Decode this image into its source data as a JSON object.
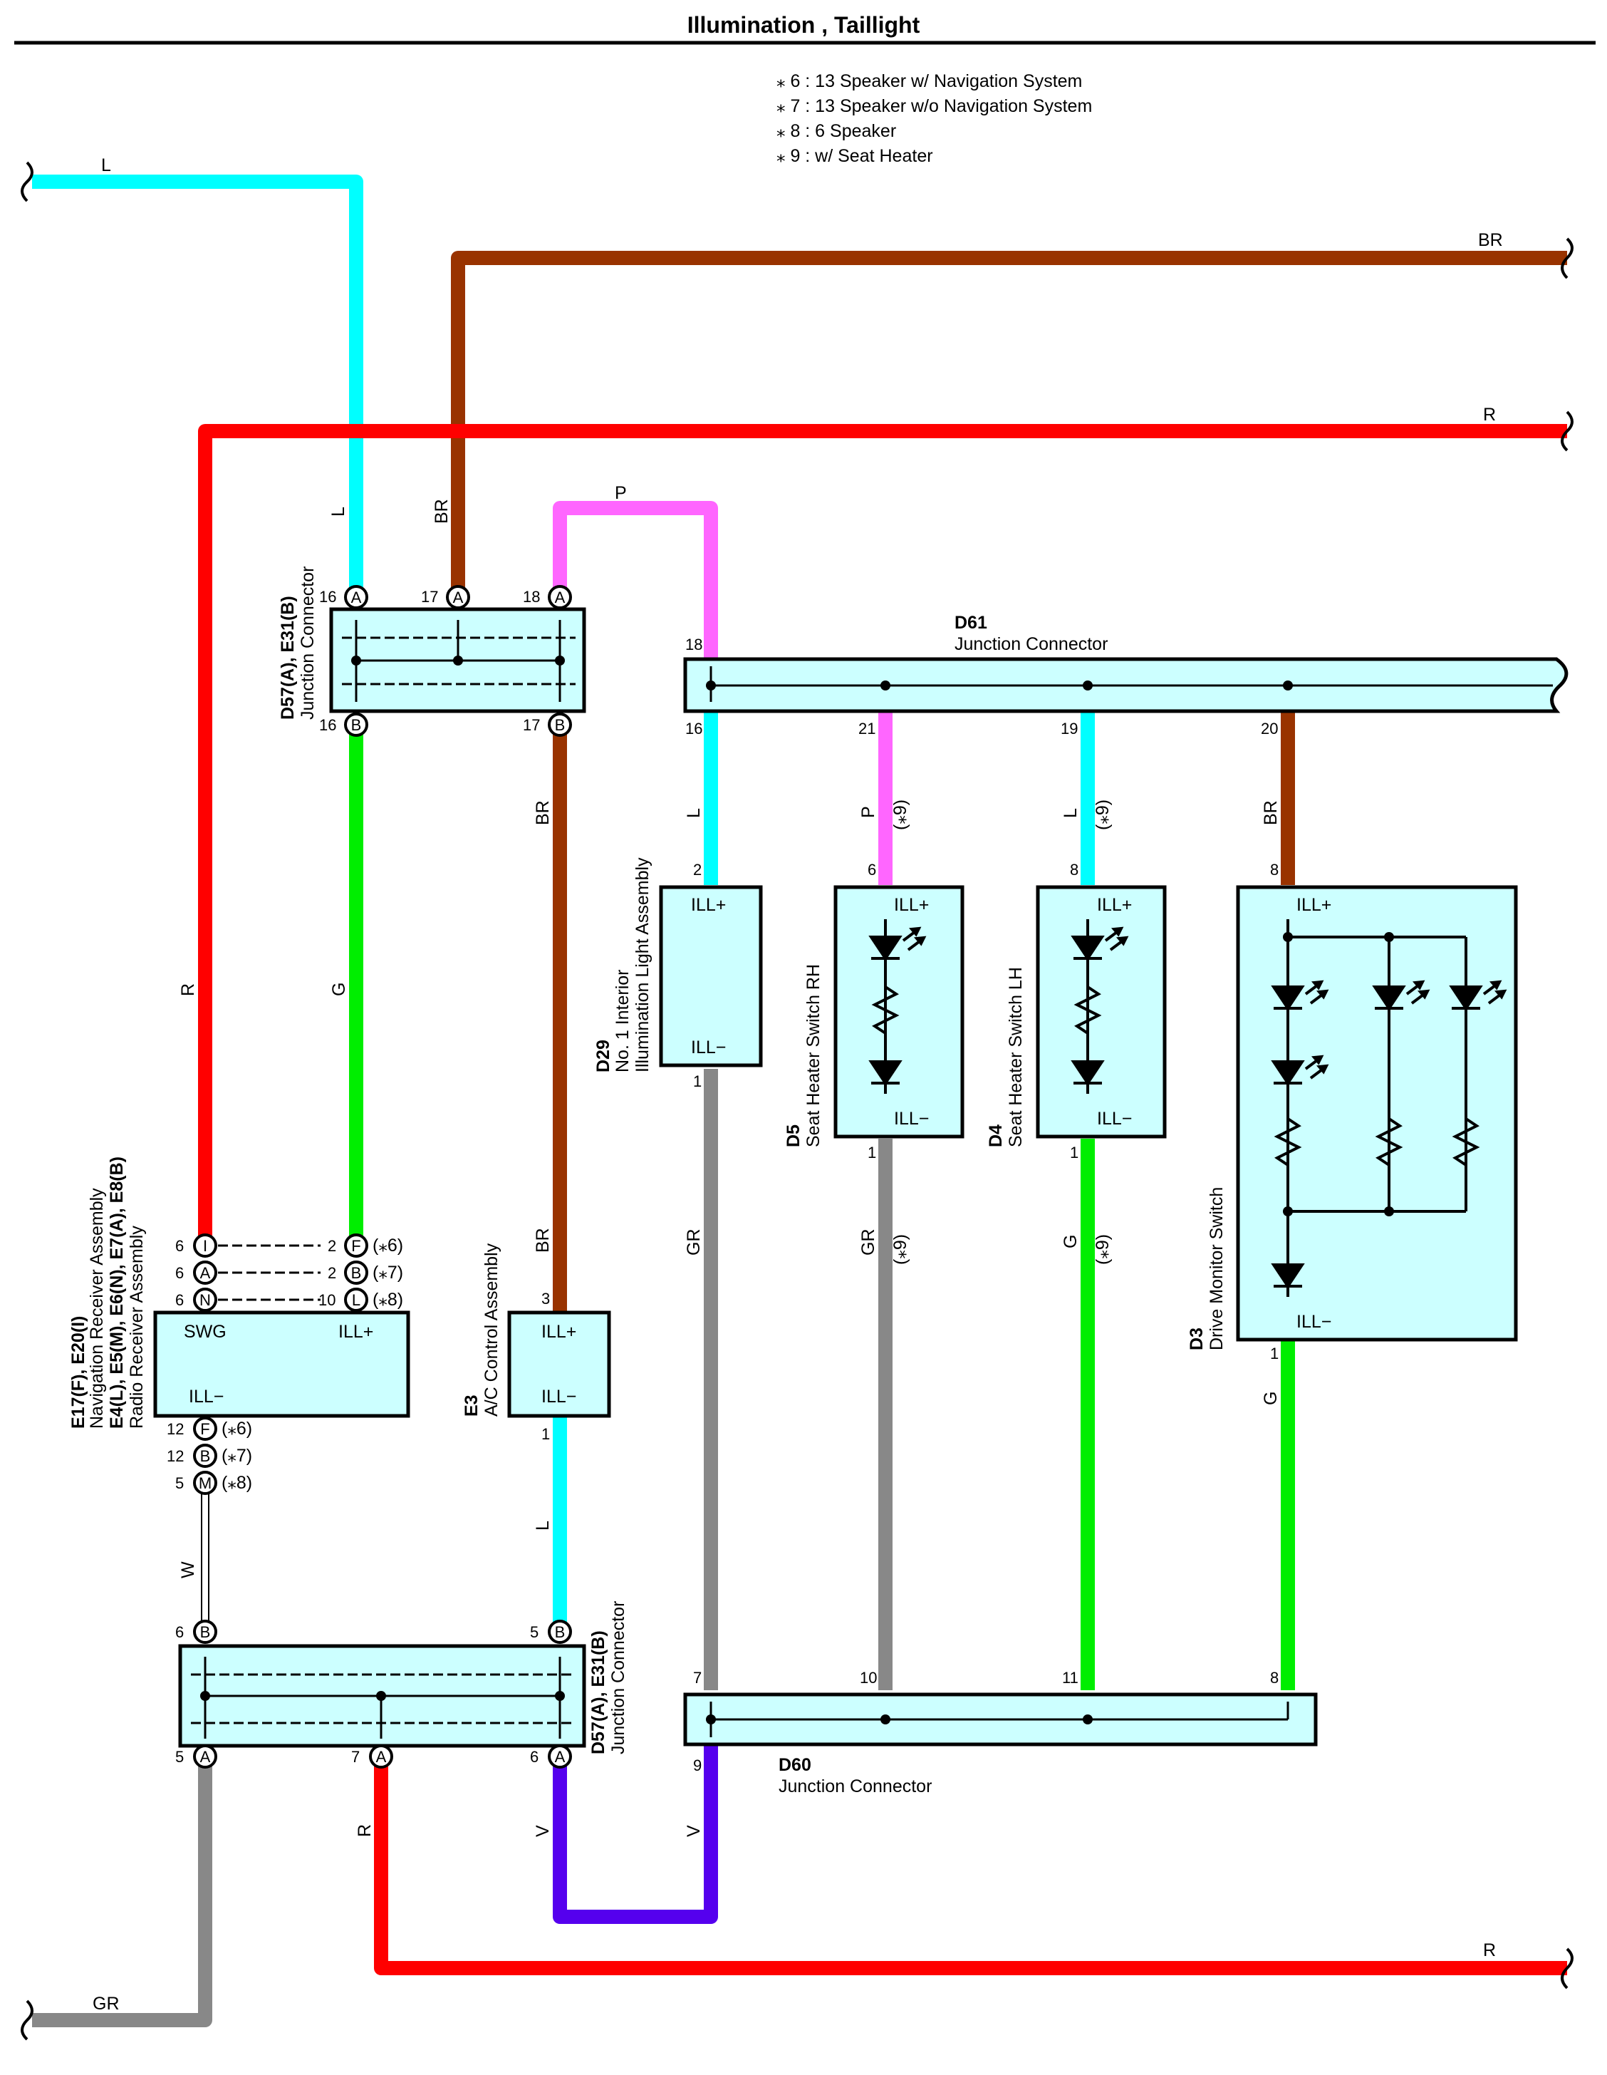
{
  "title": "Illumination , Taillight",
  "notes": [
    "⁎ 6 : 13 Speaker w/ Navigation System",
    "⁎ 7 : 13 Speaker w/o Navigation System",
    "⁎ 8 : 6 Speaker",
    "⁎ 9 : w/ Seat Heater"
  ],
  "colors": {
    "L": "#00ffff",
    "BR": "#993300",
    "R": "#ff0000",
    "P": "#ff66ff",
    "G": "#00ee00",
    "GR": "#888888",
    "V": "#5500ee",
    "W": "#ffffff"
  },
  "wire_labels": {
    "L": "L",
    "BR": "BR",
    "R": "R",
    "P": "P",
    "G": "G",
    "GR": "GR",
    "V": "V",
    "W": "W",
    "opt9": "(⁎9)"
  },
  "components": {
    "jc_top": {
      "code": "D57(A), E31(B)",
      "name": "Junction Connector"
    },
    "jc_bottom": {
      "code": "D57(A), E31(B)",
      "name": "Junction Connector"
    },
    "d61": {
      "code": "D61",
      "name": "Junction Connector"
    },
    "d60": {
      "code": "D60",
      "name": "Junction Connector"
    },
    "radio": {
      "code": "E17(F), E20(I)",
      "name1": "Navigation Receiver Assembly",
      "code2": "E4(L), E5(M), E6(N), E7(A), E8(B)",
      "name2": "Radio Receiver Assembly",
      "swg": "SWG",
      "illp": "ILL+",
      "illm": "ILL−"
    },
    "e3": {
      "code": "E3",
      "name": "A/C Control Assembly",
      "illp": "ILL+",
      "illm": "ILL−"
    },
    "d29": {
      "code": "D29",
      "name1": "No. 1 Interior",
      "name2": "Illumination Light Assembly",
      "illp": "ILL+",
      "illm": "ILL−"
    },
    "d5": {
      "code": "D5",
      "name": "Seat Heater Switch RH",
      "illp": "ILL+",
      "illm": "ILL−"
    },
    "d4": {
      "code": "D4",
      "name": "Seat Heater Switch LH",
      "illp": "ILL+",
      "illm": "ILL−"
    },
    "d3": {
      "code": "D3",
      "name": "Drive Monitor Switch",
      "illp": "ILL+",
      "illm": "ILL−"
    }
  },
  "pins": {
    "p16": "16",
    "p17": "17",
    "p18": "18",
    "p21": "21",
    "p19": "19",
    "p20": "20",
    "p2": "2",
    "p6": "6",
    "p8": "8",
    "p1": "1",
    "p3": "3",
    "p12": "12",
    "p5": "5",
    "p10": "10",
    "p11": "11",
    "p7": "7",
    "p9": "9",
    "A": "A",
    "B": "B",
    "I": "I",
    "N": "N",
    "F": "F",
    "L": "L",
    "M": "M"
  },
  "options": {
    "o6": "(⁎6)",
    "o7": "(⁎7)",
    "o8": "(⁎8)"
  }
}
